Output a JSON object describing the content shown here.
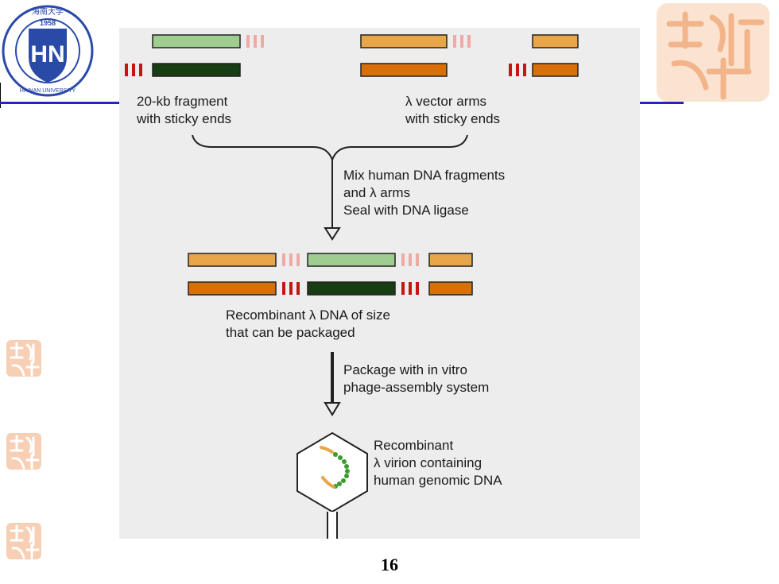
{
  "slide": {
    "page_number": "16",
    "accent_color": "#2323c8",
    "seal_color": "#f2b48a"
  },
  "logo": {
    "icon": "university-seal",
    "ring_text_top": "海南大学",
    "year": "1958",
    "ring_text_bottom": "HAINAN UNIVERSITY"
  },
  "diagram": {
    "colors": {
      "light_orange": "#e8a64a",
      "dark_orange": "#d8700a",
      "light_green": "#9fcc8f",
      "dark_green": "#173d12",
      "light_red": "#f0aaa6",
      "dark_red": "#c81414",
      "panel": "#ededed"
    },
    "fragment_label": [
      "20-kb fragment",
      "with sticky ends"
    ],
    "vector_label": [
      "λ vector arms",
      "with sticky ends"
    ],
    "step1_label": [
      "Mix human DNA fragments",
      "and λ arms",
      "Seal with DNA ligase"
    ],
    "recombinant_label": [
      "Recombinant λ DNA of size",
      "that can be packaged"
    ],
    "step2_label": [
      "Package with in vitro",
      "phage-assembly system"
    ],
    "virion_label": [
      "Recombinant",
      "λ virion containing",
      "human genomic DNA"
    ]
  }
}
